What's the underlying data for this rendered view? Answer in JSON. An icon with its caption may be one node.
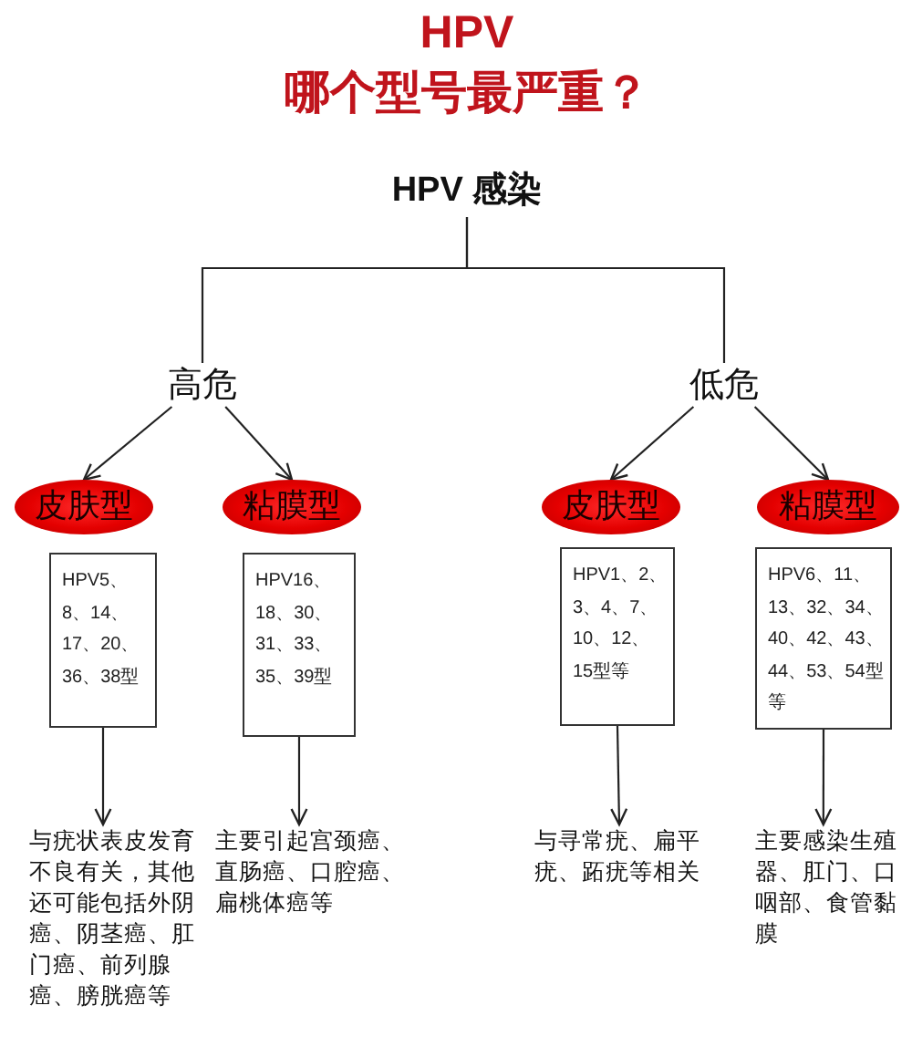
{
  "diagram": {
    "title": "HPV 哪个型号最严重？",
    "nodes": [
      {
        "text": [
          "HPV 感染"
        ]
      },
      {
        "text": [
          "高危"
        ]
      },
      {
        "text": [
          "低危"
        ]
      },
      {
        "text": [
          "皮肤型"
        ]
      },
      {
        "text": [
          "粘膜型"
        ]
      },
      {
        "text": [
          "皮肤型"
        ]
      },
      {
        "text": [
          "粘膜型"
        ]
      },
      {
        "text": [
          "HPV5、8、14、17、20、36、38型"
        ]
      },
      {
        "text": [
          "HPV16、18、30、31、33、35、39型"
        ]
      },
      {
        "text": [
          "HPV1、2、3、4、7、10、12、15型等"
        ]
      },
      {
        "text": [
          "HPV6、11、13、32、34、40、42、43、44、53、54型等"
        ]
      },
      {
        "text": [
          "与疣状表皮发育不良有关，其他还可能包括外阴癌、阴茎癌、肛门癌、前列腺癌、膀胱癌等"
        ]
      },
      {
        "text": [
          "主要引起宫颈癌、直肠癌、口腔癌、扁桃体癌等"
        ]
      },
      {
        "text": [
          "与寻常疣、扁平疣、跖疣等相关"
        ]
      },
      {
        "text": [
          "主要感染生殖器、肛门、口咽部、食管黏膜"
        ]
      }
    ],
    "edges": [
      {
        "from": 0,
        "to": 1,
        "arrow": "none"
      },
      {
        "from": 0,
        "to": 2,
        "arrow": "none"
      },
      {
        "from": 1,
        "to": 3,
        "arrow": "to"
      },
      {
        "from": 1,
        "to": 4,
        "arrow": "to"
      },
      {
        "from": 2,
        "to": 5,
        "arrow": "to"
      },
      {
        "from": 2,
        "to": 6,
        "arrow": "to"
      },
      {
        "from": 7,
        "to": 11,
        "arrow": "to"
      },
      {
        "from": 8,
        "to": 12,
        "arrow": "to"
      },
      {
        "from": 9,
        "to": 13,
        "arrow": "to"
      },
      {
        "from": 10,
        "to": 14,
        "arrow": "to"
      }
    ]
  }
}
